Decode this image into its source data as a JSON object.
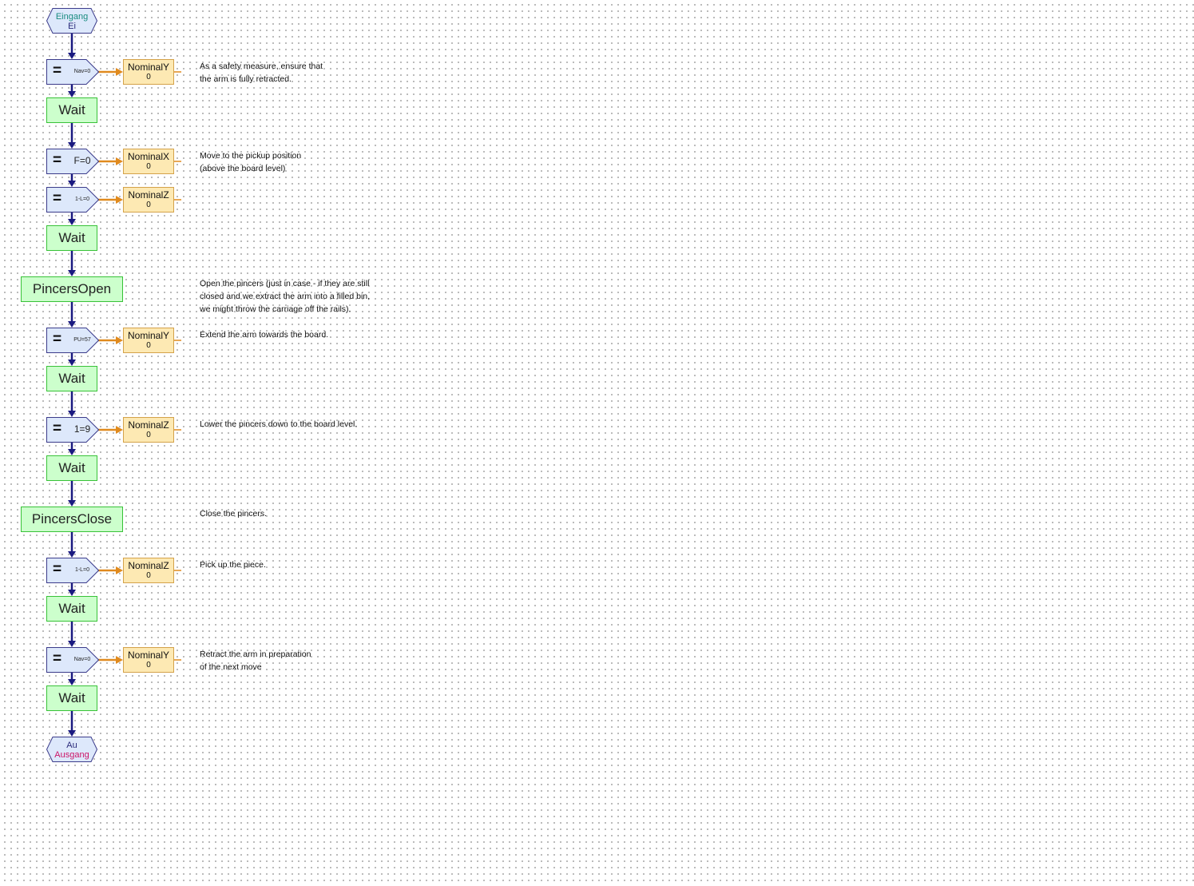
{
  "start_block": {
    "label": "Eingang",
    "sublabel": "Ei"
  },
  "end_block": {
    "label": "Ausgang",
    "sublabel": "Au"
  },
  "blocks": [
    {
      "kind": "assign",
      "expression": "Nav=0",
      "variable": {
        "name": "NominalY",
        "value": "0"
      },
      "comment": [
        "As a safety measure, ensure that",
        "the arm is fully retracted."
      ]
    },
    {
      "kind": "wait",
      "label": "Wait"
    },
    {
      "kind": "assign",
      "expression": "F=0",
      "variable": {
        "name": "NominalX",
        "value": "0"
      },
      "comment": [
        "Move to the pickup position",
        "(above the board level)"
      ]
    },
    {
      "kind": "assign",
      "expression": "1-L=0",
      "variable": {
        "name": "NominalZ",
        "value": "0"
      }
    },
    {
      "kind": "wait",
      "label": "Wait"
    },
    {
      "kind": "action",
      "label": "PincersOpen",
      "comment": [
        "Open the pincers (just in case - if they are still",
        "closed and we extract the arm into a filled bin,",
        "we might throw the carriage off the rails)."
      ]
    },
    {
      "kind": "assign",
      "expression": "PU=57",
      "variable": {
        "name": "NominalY",
        "value": "0"
      },
      "comment": [
        "Extend the arm towards the board."
      ]
    },
    {
      "kind": "wait",
      "label": "Wait"
    },
    {
      "kind": "assign",
      "expression": "1=9",
      "variable": {
        "name": "NominalZ",
        "value": "0"
      },
      "comment": [
        "Lower the pincers down to the board level."
      ]
    },
    {
      "kind": "wait",
      "label": "Wait"
    },
    {
      "kind": "action",
      "label": "PincersClose",
      "comment": [
        "Close the pincers."
      ]
    },
    {
      "kind": "assign",
      "expression": "1-L=0",
      "variable": {
        "name": "NominalZ",
        "value": "0"
      },
      "comment": [
        "Pick up the piece."
      ]
    },
    {
      "kind": "wait",
      "label": "Wait"
    },
    {
      "kind": "assign",
      "expression": "Nav=0",
      "variable": {
        "name": "NominalY",
        "value": "0"
      },
      "comment": [
        "Retract the arm in preparation",
        "of the next move"
      ]
    },
    {
      "kind": "wait",
      "label": "Wait"
    }
  ],
  "colors": {
    "flow_line": "#1a1a80",
    "data_line": "#e08a1e",
    "assign_fill": "#dde8fb",
    "assign_border": "#3b3b8a",
    "wait_fill": "#ccffcc",
    "wait_border": "#38c238",
    "variable_fill": "#fde9b3",
    "variable_border": "#d4a24a",
    "terminal_fill": "#dde8fb"
  }
}
